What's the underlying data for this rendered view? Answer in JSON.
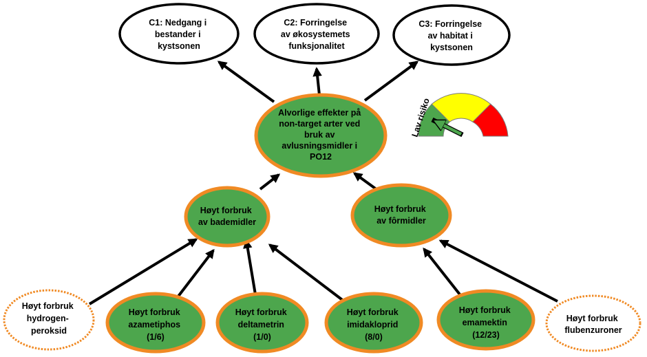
{
  "consequences": [
    {
      "id": "c1",
      "lines": [
        "C1: Nedgang i",
        "bestander i",
        "kystsonen"
      ]
    },
    {
      "id": "c2",
      "lines": [
        "C2: Forringelse",
        "av økosystemets",
        "funksjonalitet"
      ]
    },
    {
      "id": "c3",
      "lines": [
        "C3: Forringelse",
        "av habitat i",
        "kystsonen"
      ]
    }
  ],
  "central": {
    "lines": [
      "Alvorlige effekter på",
      "non-target arter ved",
      "bruk av",
      "avlusningsmidler i",
      "PO12"
    ]
  },
  "middle": [
    {
      "id": "bademidler",
      "lines": [
        "Høyt forbruk",
        "av bademidler"
      ]
    },
    {
      "id": "formidler",
      "lines": [
        "Høyt forbruk",
        "av fôrmidler"
      ]
    }
  ],
  "bottom": [
    {
      "id": "hydrogenperoksid",
      "style": "dashed",
      "lines": [
        "Høyt forbruk",
        "hydrogen-",
        "peroksid"
      ]
    },
    {
      "id": "azametiphos",
      "style": "solid",
      "lines": [
        "Høyt forbruk",
        "azametiphos",
        "(1/6)"
      ]
    },
    {
      "id": "deltametrin",
      "style": "solid",
      "lines": [
        "Høyt forbruk",
        "deltametrin",
        "(1/0)"
      ]
    },
    {
      "id": "imidakloprid",
      "style": "solid",
      "lines": [
        "Høyt forbruk",
        "imidakloprid",
        "(8/0)"
      ]
    },
    {
      "id": "emamektin",
      "style": "solid",
      "lines": [
        "Høyt forbruk",
        "emamektin",
        "(12/23)"
      ]
    },
    {
      "id": "flubenzuroner",
      "style": "dashed",
      "lines": [
        "Høyt forbruk",
        "flubenzuroner"
      ]
    }
  ],
  "gauge": {
    "label": "Lav risiko",
    "level": "low",
    "colors": {
      "low": "#4da64d",
      "medium": "#ffff00",
      "high": "#ff0000"
    }
  },
  "colors": {
    "node_fill": "#4da64d",
    "node_border": "#f08a24",
    "consequence_border": "#000000",
    "arrow": "#000000"
  }
}
